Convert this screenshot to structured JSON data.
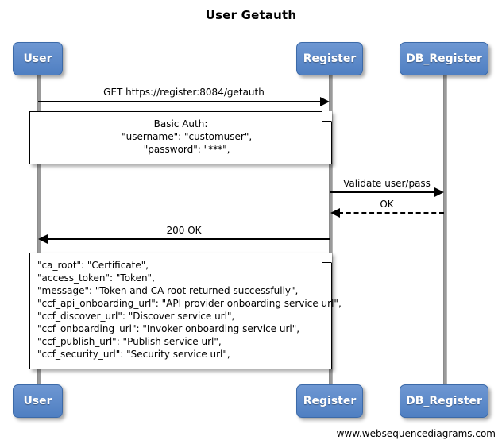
{
  "diagram": {
    "title": "User Getauth",
    "footer": "www.websequencediagrams.com",
    "accent_color": "#5b88c9",
    "line_color": "#9a9a9a",
    "text_color": "#000000"
  },
  "actors": [
    {
      "id": "user",
      "label": "User",
      "top_label": "User",
      "bottom_label": "User"
    },
    {
      "id": "register",
      "label": "Register",
      "top_label": "Register",
      "bottom_label": "Register"
    },
    {
      "id": "db_register",
      "label": "DB_Register",
      "top_label": "DB_Register",
      "bottom_label": "DB_Register"
    }
  ],
  "messages": [
    {
      "id": "m1",
      "label": "GET https://register:8084/getauth",
      "from": "user",
      "to": "register",
      "style": "solid",
      "direction": "right"
    },
    {
      "id": "m2",
      "label": "Validate user/pass",
      "from": "register",
      "to": "db_register",
      "style": "solid",
      "direction": "right"
    },
    {
      "id": "m3",
      "label": "OK",
      "from": "db_register",
      "to": "register",
      "style": "dashed",
      "direction": "left"
    },
    {
      "id": "m4",
      "label": "200 OK",
      "from": "register",
      "to": "user",
      "style": "solid",
      "direction": "left"
    }
  ],
  "notes": [
    {
      "id": "note1",
      "align": "center",
      "text": "Basic Auth:\n    \"username\": \"customuser\",\n    \"password\": \"***\","
    },
    {
      "id": "note2",
      "align": "left",
      "text": "\"ca_root\": \"Certificate\",\n\"access_token\": \"Token\",\n\"message\": \"Token and CA root returned successfully\",\n\"ccf_api_onboarding_url\": \"API provider onboarding service url\",\n\"ccf_discover_url\": \"Discover service url\",\n\"ccf_onboarding_url\": \"Invoker onboarding service url\",\n\"ccf_publish_url\": \"Publish service url\",\n\"ccf_security_url\": \"Security service url\","
    }
  ]
}
